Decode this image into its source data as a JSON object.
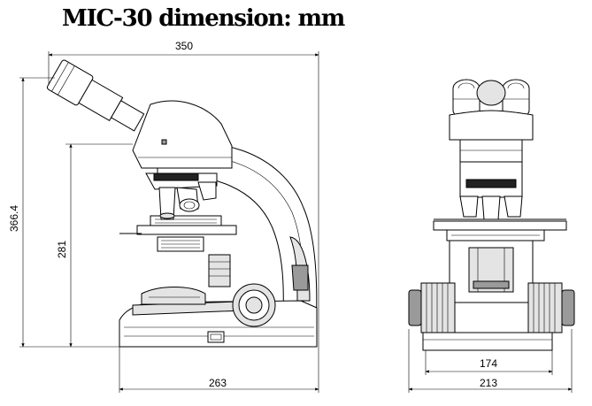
{
  "title": "MIC-30 dimension: mm",
  "dimensions": {
    "side_total_width": "350",
    "side_total_height": "366.4",
    "side_stage_height": "281",
    "side_base_width": "263",
    "front_inner_width": "174",
    "front_total_width": "213"
  },
  "views": [
    "side-view",
    "front-view"
  ]
}
